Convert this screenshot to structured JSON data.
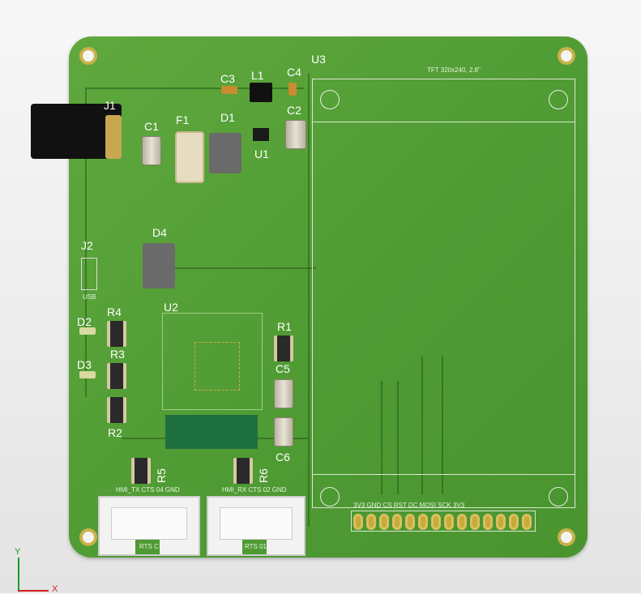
{
  "board": {
    "designators": {
      "U3": "U3",
      "C3": "C3",
      "L1": "L1",
      "C4": "C4",
      "J1": "J1",
      "C1": "C1",
      "F1": "F1",
      "D1": "D1",
      "C2": "C2",
      "U1": "U1",
      "J2": "J2",
      "D4": "D4",
      "U2": "U2",
      "R4": "R4",
      "D2": "D2",
      "R3": "R3",
      "D3": "D3",
      "R2": "R2",
      "R1": "R1",
      "C5": "C5",
      "C6": "C6",
      "R5": "R5",
      "R6": "R6"
    },
    "usb_label": "USB",
    "tft_label": "TFT 320x240, 2.8\"",
    "tft_pins": "3V3 GND CS RST  DC MOSI SCK 3V3",
    "hmi_tx_pins": "HMI_TX CTS  04  GND",
    "hmi_rx_pins": "HMI_RX CTS 02  GND",
    "conn1_bottom": "RTS  C",
    "conn2_bottom": "RTS  01"
  },
  "axes": {
    "y": "Y",
    "x": "X"
  }
}
